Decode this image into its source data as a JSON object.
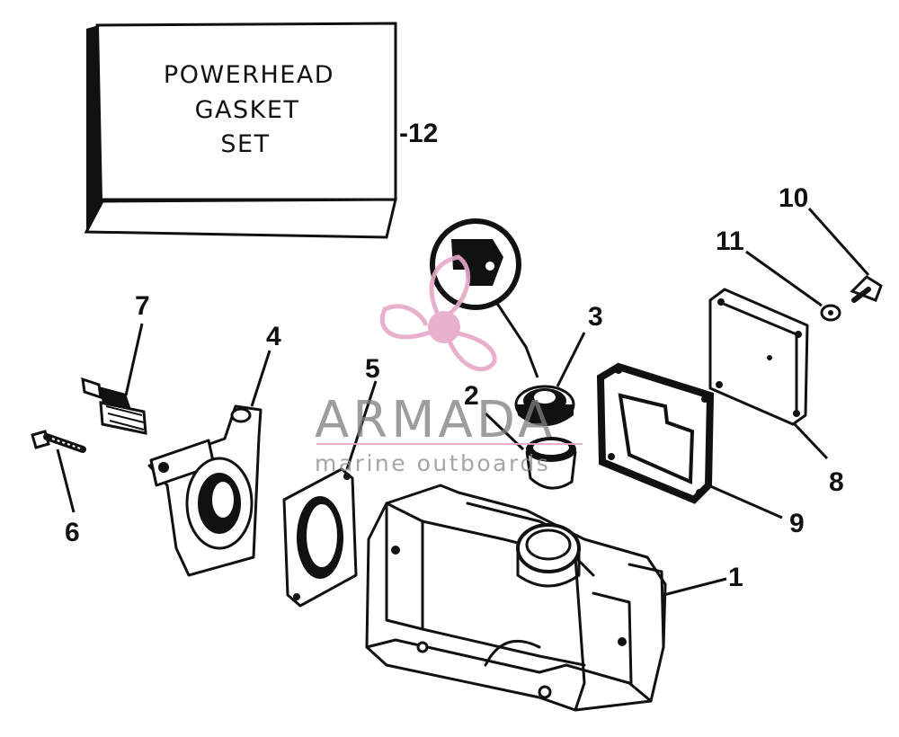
{
  "box": {
    "line1": "POWERHEAD",
    "line2": "GASKET",
    "line3": "SET"
  },
  "callouts": {
    "c1": "1",
    "c2": "2",
    "c3": "3",
    "c4": "4",
    "c5": "5",
    "c6": "6",
    "c7": "7",
    "c8": "8",
    "c9": "9",
    "c10": "10",
    "c11": "11",
    "c12": "-12"
  },
  "watermark": {
    "brand": "ARMADA",
    "tagline": "marine outboards",
    "brand_color": "#e0a0c0"
  }
}
